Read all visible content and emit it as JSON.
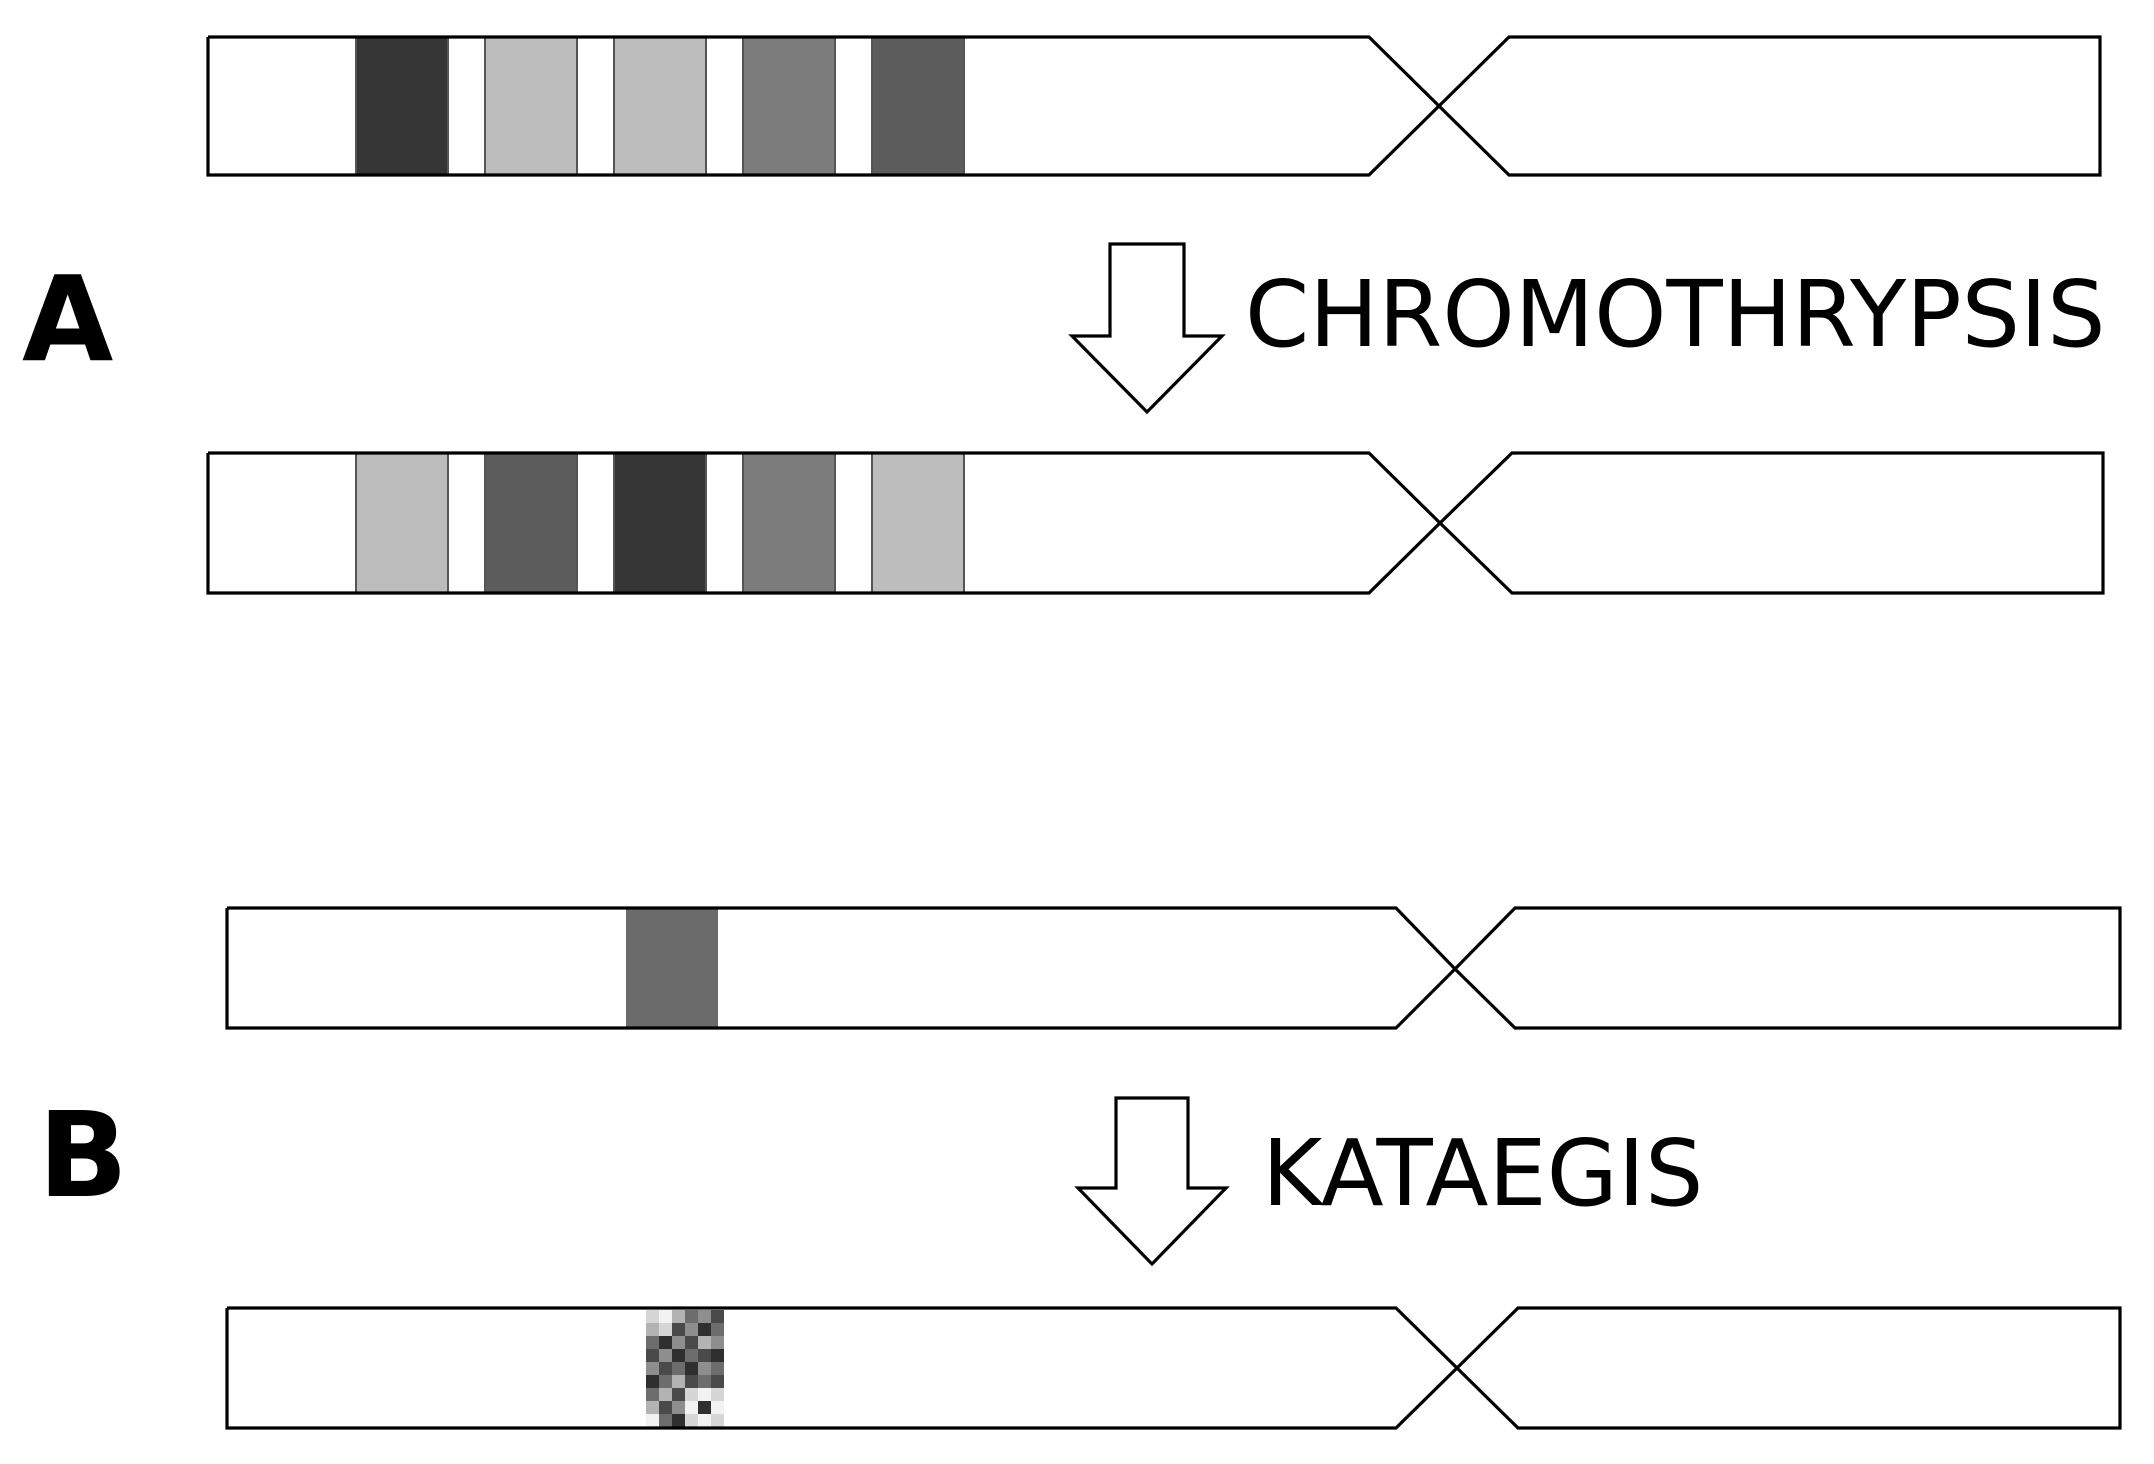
{
  "panel_a": {
    "label": "A",
    "process": "CHROMOTHRYPSIS",
    "before_bands": [
      "#363636",
      "#bdbdbd",
      "#bcbcbc",
      "#7c7c7c",
      "#5c5c5c"
    ],
    "after_bands": [
      "#bcbcbc",
      "#5c5c5c",
      "#363636",
      "#7c7c7c",
      "#bdbdbd"
    ]
  },
  "panel_b": {
    "label": "B",
    "process": "KATAEGIS",
    "band_color": "#6b6b6b",
    "mutated_band_palette": [
      "#2f2f2f",
      "#4a4a4a",
      "#6d6d6d",
      "#8e8e8e",
      "#b3b3b3",
      "#d6d6d6",
      "#f2f2f2"
    ]
  }
}
